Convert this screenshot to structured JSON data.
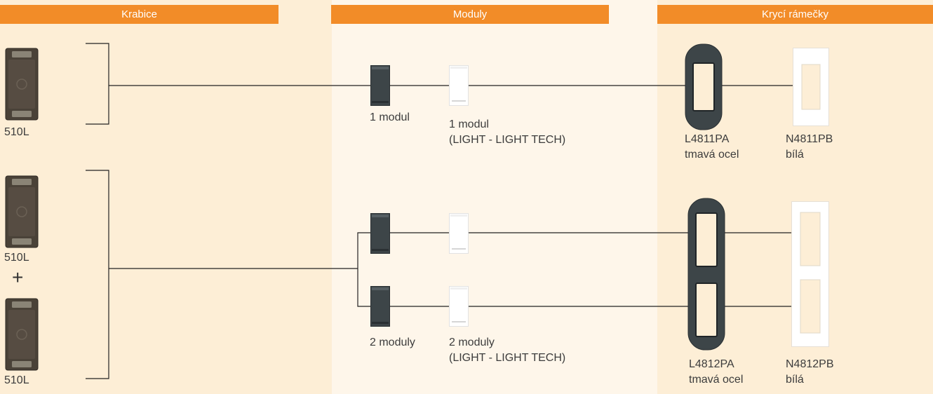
{
  "headers": {
    "krabice": "Krabice",
    "moduly": "Moduly",
    "ramecky": "Krycí rámečky"
  },
  "row1": {
    "box_label": "510L",
    "module_dark_label": "1 modul",
    "module_white_label_1": "1 modul",
    "module_white_label_2": "(LIGHT - LIGHT TECH)",
    "frame_dark_code": "L4811PA",
    "frame_dark_color": "tmavá ocel",
    "frame_white_code": "N4811PB",
    "frame_white_color": "bílá"
  },
  "row2": {
    "box_label_top": "510L",
    "plus": "+",
    "box_label_bottom": "510L",
    "module_dark_label": "2 moduly",
    "module_white_label_1": "2 moduly",
    "module_white_label_2": "(LIGHT - LIGHT TECH)",
    "frame_dark_code": "L4812PA",
    "frame_dark_color": "tmavá ocel",
    "frame_white_code": "N4812PB",
    "frame_white_color": "bílá"
  },
  "colors": {
    "header": "#f28c28",
    "dark_steel": "#3d4548",
    "white_part": "#ffffff",
    "box": "#4a4238"
  }
}
